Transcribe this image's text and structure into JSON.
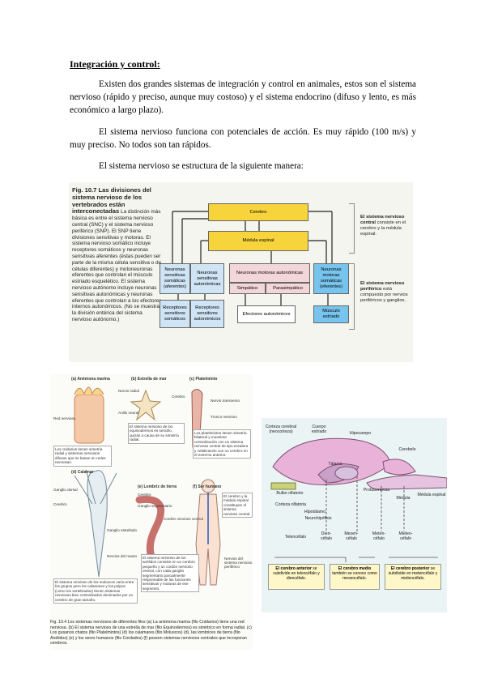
{
  "document": {
    "heading": "Integración y control:",
    "paragraphs": [
      "Existen dos grandes sistemas de integración y control en animales, estos son el sistema nervioso (rápido y preciso, aunque muy costoso) y el sistema endocrino (difuso y lento, es más económico a largo plazo).",
      "El sistema nervioso funciona con potenciales de acción. Es muy rápido (100 m/s) y muy preciso. No todos son tan rápidos.",
      "El sistema nervioso se estructura de la siguiente manera:"
    ]
  },
  "fig107": {
    "caption_title": "Fig. 10.7 Las divisiones del sistema nervioso de los vertebrados están interconectadas",
    "caption_body": "La distinción más básica es entre el sistema nervioso central (SNC) y el sistema nervioso periférico (SNP). El SNP tiene divisiones sensitivas y motoras. El sistema nervioso somático incluye receptores somáticos y neuronas sensitivas aferentes (éstas pueden ser parte de la misma célula sensitiva o de células diferentes) y motoneuronas eferentes que controlan el músculo estriado esquelético. El sistema nervioso autónomo incluye neuronas sensitivas autonómicas y neuronas eferentes que controlan a los efectores internos autonómicos. (No se muestra la división entérica del sistema nervioso autónomo.)",
    "boxes": {
      "cerebro": "Cerebro",
      "medula": "Médula espinal",
      "ns_somaticas": "Neuronas sensitivas somáticas (aferentes)",
      "ns_autonomicas": "Neuronas sensitivas autonómicas",
      "nm_autonomicas": "Neuronas motoras autonómicas",
      "simpatico": "Simpático",
      "parasimpatico": "Parasimpático",
      "nm_somaticas": "Neuronas motoras somáticas (eferentes)",
      "rec_somaticos": "Receptores sensitivos somáticos",
      "rec_autonomicos": "Receptores sensitivos autonómicos",
      "efectores": "Efectores autonómicos",
      "musculo": "Músculo estriado"
    },
    "snc_bold": "El sistema nervioso central",
    "snc_rest": "consiste en el cerebro y la médula espinal.",
    "snp_bold": "El sistema nervioso periférico",
    "snp_rest": "está compuesto por nervios periféricos y ganglios."
  },
  "fig104": {
    "subtitles": [
      "(a) Anémona marina",
      "(b) Estrella de mar",
      "(c) Platelminto",
      "(d) Calamar",
      "(e) Lombriz de tierra",
      "(f) Ser humano"
    ],
    "labels": {
      "red_nerviosa": "Red nerviosa",
      "nervio_radial": "Nervio radial",
      "anillo_neural": "Anillo neural",
      "cerebro_c": "Cerebro",
      "nervio_transverso": "Nervio transverso",
      "tronco_nervioso": "Tronco nervioso",
      "ganglio_dorsal": "Ganglio dorsal",
      "cerebro_d": "Cerebro",
      "ganglio_estrellado": "Ganglio estrellado",
      "nervios_manto": "Nervios del manto",
      "cerebro_e": "Cerebro",
      "ganglio_segmentario": "Ganglio segmentario",
      "cordon_ventral": "Cordón nervioso ventral",
      "nervios_perifericos": "Nervios del sistema nervioso periférico"
    },
    "notes": {
      "a": "Los cnidarios tienen simetría radial y sistemas nerviosos difusos que se basan en redes nerviosas.",
      "b": "El sistema nervioso de los equinodermos es sencillo, quizás a causa de su simetría radial.",
      "c": "Los platelmintos tienen simetría bilateral y muestran centralización con un sistema nervioso central de tipo escalera y cefalización con un cerebro en el extremo anterior.",
      "e": "El sistema nervioso de los anélidos consiste en un cerebro pequeño y un cordón nervioso ventral, con cada ganglio segmentario parcialmente responsable de las funciones sensitivas y motoras de ese segmento.",
      "d": "El sistema nervioso de los moluscos varía entre los grupos pero los calamares y los pulpos (como los vertebrados) tienen sistemas nerviosos bien centralizados dominados por un cerebro de gran tamaño.",
      "f": "El cerebro y la médula espinal constituyen el sistema nervioso central"
    },
    "caption": "Fig. 10.4 Los sistemas nerviosos de diferentes filos (a) La anémona marina (filo Cnidarios) tiene una red nerviosa. (b) El sistema nervioso de una estrella de mar (filo Equinodermos) es simétrico en forma radial. (c) Los gusanos chatos (filo Platelmintos) (d) los calamares (filo Moluscos) (d), las lombrices de tierra (filo Anélidos) (e) y los seres humanos (filo Cordados) (f) poseen sistemas nerviosos centrales que incorporan cerebros."
  },
  "brain": {
    "corteza": "Corteza cerebral (neocorteza)",
    "cuerpo_estriado": "Cuerpo estriado",
    "hipocampo": "Hipocampo",
    "cerebelo": "Cerebelo",
    "talamo": "Tálamo",
    "bulbo": "Bulbo olfatorio",
    "corteza_olfatoria": "Corteza olfatoria",
    "hipotalamo": "Hipotálamo",
    "neurohipofisis": "Neurohipófisis",
    "protuberancia": "Protuberancia",
    "medula": "Médula",
    "medula_espinal": "Médula espinal",
    "telencefalo": "Telencéfalo",
    "diencefalo": "Dien-céfalo",
    "mesencefalo": "Mesen-céfalo",
    "metencefalo": "Meten-céfalo",
    "mielencefalo": "Mielen-céfalo",
    "anterior_bold": "El cerebro anterior",
    "anterior_rest": "se subdivide en telencéfalo y diencéfalo.",
    "medio_bold": "El cerebro medio",
    "medio_rest": "también se conoce como mesencéfalo.",
    "posterior_bold": "El cerebro posterior",
    "posterior_rest": "se subdivide en metencéfalo y mielencéfalo."
  }
}
